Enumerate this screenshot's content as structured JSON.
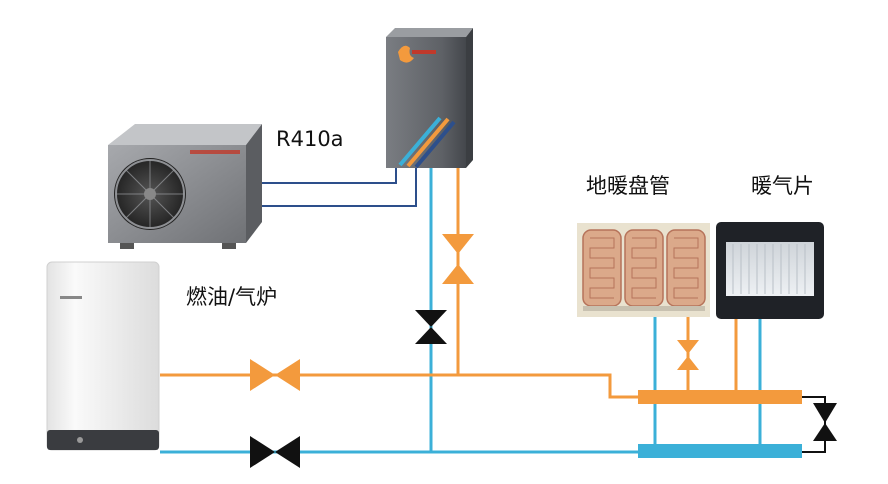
{
  "labels": {
    "refrigerant": "R410a",
    "boiler": "燃油/气炉",
    "floor_heating": "地暖盘管",
    "radiator": "暖气片"
  },
  "colors": {
    "hot_pipe": "#f39a3d",
    "cold_pipe": "#3bb0d8",
    "refrigerant_pipe": "#2d4f8b",
    "valve": "#111111",
    "indoor_unit": "#6c6f74",
    "outdoor_unit": "#8b8d91",
    "boiler": "#f2f2f2"
  },
  "components": {
    "outdoor_unit": "heat-pump-outdoor-unit",
    "indoor_unit": "heat-pump-indoor-unit",
    "boiler": "oil-gas-boiler",
    "floor_heating": "floor-heating-coil",
    "radiator": "radiator-panel"
  }
}
